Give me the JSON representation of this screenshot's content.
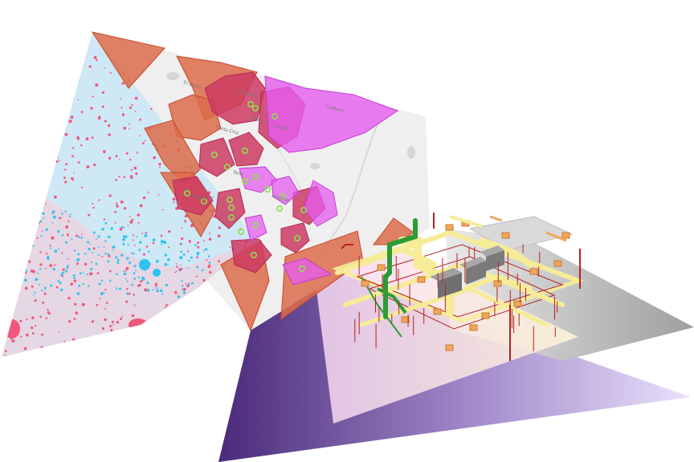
{
  "scene": {
    "map_labels": [
      "El Morro",
      "Pasquale",
      "Sorby",
      "Lincoln",
      "Cortlund",
      "Santa Cruz",
      "Bello",
      "Modesto",
      "Holland"
    ],
    "colors": {
      "heatmap_water": "#cfe8f5",
      "heatmap_pink_dot": "#f0577d",
      "heatmap_cyan_dot": "#2ec3ee",
      "basemap_gray": "#efefef",
      "hull_orange": "#dc6b4a",
      "hull_crimson": "#cc3b62",
      "hull_magenta": "#e65cf0",
      "centroid_green": "#8fe04c",
      "mep_yellow": "#f6ec97",
      "mep_red_pipe": "#b52222",
      "mep_green_duct": "#2e9b35",
      "mep_orange_box": "#f2a55a",
      "floor_gray": "#9a9a9a",
      "shadow_purple": "#4a2a7a"
    },
    "icons": []
  }
}
